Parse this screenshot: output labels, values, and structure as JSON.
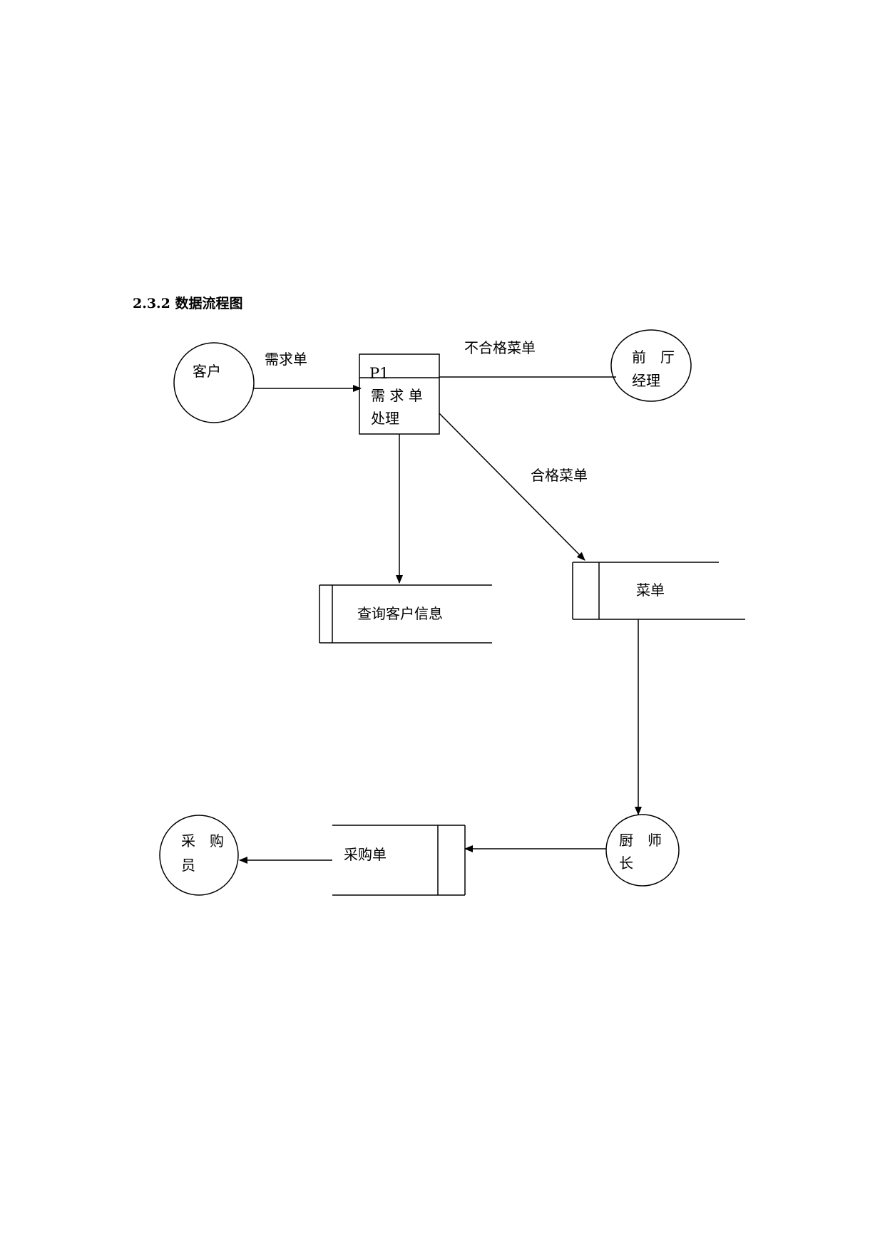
{
  "heading": "2.3.2 数据流程图",
  "entities": {
    "customer": "客户",
    "front_manager": [
      "前　厅",
      "经理"
    ],
    "buyer": [
      "采　购",
      "员"
    ],
    "chef": [
      "厨　师",
      "长"
    ]
  },
  "process": {
    "id": "P1",
    "name": [
      "需 求 单",
      "处理"
    ]
  },
  "stores": {
    "customer_info": "查询客户信息",
    "menu": "菜单",
    "purchase_order": "采购单"
  },
  "flows": {
    "request": "需求单",
    "unqualified_menu": "不合格菜单",
    "qualified_menu": "合格菜单"
  }
}
